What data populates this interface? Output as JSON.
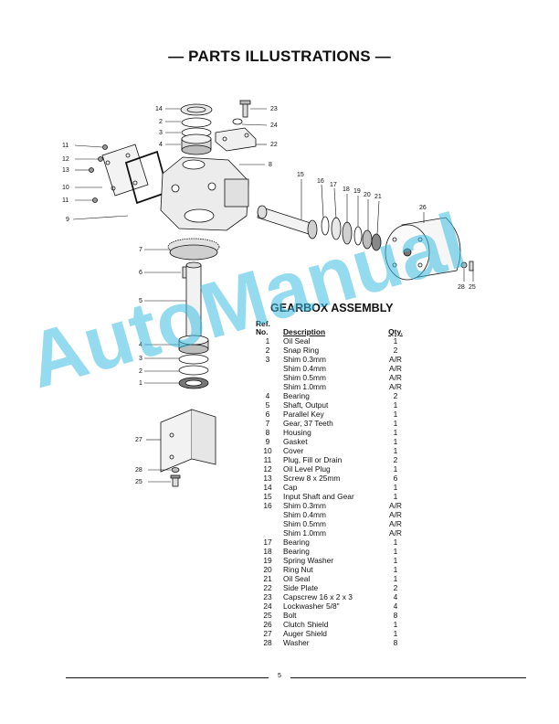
{
  "page": {
    "title": "— PARTS ILLUSTRATIONS —",
    "page_number": "5",
    "watermark": "AutoManual"
  },
  "assembly": {
    "title": "GEARBOX ASSEMBLY",
    "headers": {
      "ref_line1": "Ref.",
      "ref_line2": "No.",
      "description": "Description",
      "qty": "Qty."
    },
    "rows": [
      {
        "ref": "1",
        "description": "Oil Seal",
        "qty": "1"
      },
      {
        "ref": "2",
        "description": "Snap Ring",
        "qty": "2"
      },
      {
        "ref": "3",
        "description": "Shim 0.3mm",
        "qty": "A/R"
      },
      {
        "ref": "",
        "description": "Shim 0.4mm",
        "qty": "A/R"
      },
      {
        "ref": "",
        "description": "Shim 0.5mm",
        "qty": "A/R"
      },
      {
        "ref": "",
        "description": "Shim 1.0mm",
        "qty": "A/R"
      },
      {
        "ref": "4",
        "description": "Bearing",
        "qty": "2"
      },
      {
        "ref": "5",
        "description": "Shaft, Output",
        "qty": "1"
      },
      {
        "ref": "6",
        "description": "Parallel Key",
        "qty": "1"
      },
      {
        "ref": "7",
        "description": "Gear, 37 Teeth",
        "qty": "1"
      },
      {
        "ref": "8",
        "description": "Housing",
        "qty": "1"
      },
      {
        "ref": "9",
        "description": "Gasket",
        "qty": "1"
      },
      {
        "ref": "10",
        "description": "Cover",
        "qty": "1"
      },
      {
        "ref": "11",
        "description": "Plug, Fill or Drain",
        "qty": "2"
      },
      {
        "ref": "12",
        "description": "Oil Level Plug",
        "qty": "1"
      },
      {
        "ref": "13",
        "description": "Screw 8 x 25mm",
        "qty": "6"
      },
      {
        "ref": "14",
        "description": "Cap",
        "qty": "1"
      },
      {
        "ref": "15",
        "description": "Input Shaft and Gear",
        "qty": "1"
      },
      {
        "ref": "16",
        "description": "Shim 0.3mm",
        "qty": "A/R"
      },
      {
        "ref": "",
        "description": "Shim 0.4mm",
        "qty": "A/R"
      },
      {
        "ref": "",
        "description": "Shim 0.5mm",
        "qty": "A/R"
      },
      {
        "ref": "",
        "description": "Shim 1.0mm",
        "qty": "A/R"
      },
      {
        "ref": "17",
        "description": "Bearing",
        "qty": "1"
      },
      {
        "ref": "18",
        "description": "Bearing",
        "qty": "1"
      },
      {
        "ref": "19",
        "description": "Spring Washer",
        "qty": "1"
      },
      {
        "ref": "20",
        "description": "Ring Nut",
        "qty": "1"
      },
      {
        "ref": "21",
        "description": "Oil Seal",
        "qty": "1"
      },
      {
        "ref": "22",
        "description": "Side Plate",
        "qty": "2"
      },
      {
        "ref": "23",
        "description": "Capscrew 16 x 2 x 3",
        "qty": "4"
      },
      {
        "ref": "24",
        "description": "Lockwasher 5/8\"",
        "qty": "4"
      },
      {
        "ref": "25",
        "description": "Bolt",
        "qty": "8"
      },
      {
        "ref": "26",
        "description": "Clutch Shield",
        "qty": "1"
      },
      {
        "ref": "27",
        "description": "Auger Shield",
        "qty": "1"
      },
      {
        "ref": "28",
        "description": "Washer",
        "qty": "8"
      }
    ]
  },
  "callouts": {
    "c1": "1",
    "c2": "2",
    "c3": "3",
    "c4": "4",
    "c5": "5",
    "c6": "6",
    "c7": "7",
    "c8": "8",
    "c9": "9",
    "c10": "10",
    "c11": "11",
    "c12": "12",
    "c13": "13",
    "c14": "14",
    "c15": "15",
    "c16": "16",
    "c17": "17",
    "c18": "18",
    "c19": "19",
    "c20": "20",
    "c21": "21",
    "c22": "22",
    "c23": "23",
    "c24": "24",
    "c25": "25",
    "c26": "26",
    "c27": "27",
    "c28": "28"
  }
}
